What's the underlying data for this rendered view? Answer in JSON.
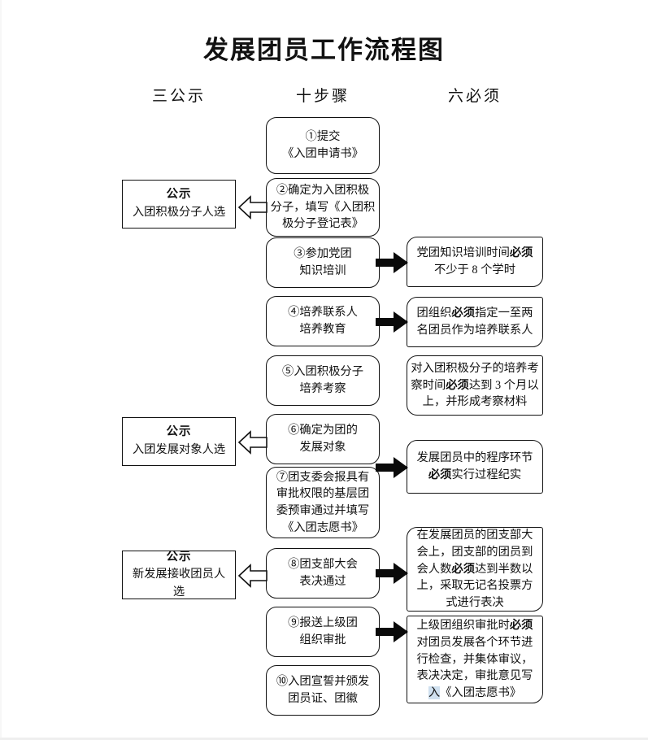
{
  "title": "发展团员工作流程图",
  "columns": {
    "notice_header": "三公示",
    "steps_header": "十步骤",
    "must_header": "六必须"
  },
  "steps": [
    {
      "id": "step-1",
      "lines": [
        "①提交",
        "《入团申请书》"
      ]
    },
    {
      "id": "step-2",
      "lines": [
        "②确定为入团积极",
        "分子，填写《入团积",
        "极分子登记表》"
      ]
    },
    {
      "id": "step-3",
      "lines": [
        "③参加党团",
        "知识培训"
      ]
    },
    {
      "id": "step-4",
      "lines": [
        "④培养联系人",
        "培养教育"
      ]
    },
    {
      "id": "step-5",
      "lines": [
        "⑤入团积极分子",
        "培养考察"
      ]
    },
    {
      "id": "step-6",
      "lines": [
        "⑥确定为团的",
        "发展对象"
      ]
    },
    {
      "id": "step-7",
      "lines": [
        "⑦团支委会报具有",
        "审批权限的基层团",
        "委预审通过并填写",
        "《入团志愿书》"
      ]
    },
    {
      "id": "step-8",
      "lines": [
        "⑧团支部大会",
        "表决通过"
      ]
    },
    {
      "id": "step-9",
      "lines": [
        "⑨报送上级团",
        "组织审批"
      ]
    },
    {
      "id": "step-10",
      "lines": [
        "⑩入团宣誓并颁发",
        "团员证、团徽"
      ]
    }
  ],
  "notices": [
    {
      "id": "notice-1",
      "title": "公示",
      "subtitle": "入团积极分子人选"
    },
    {
      "id": "notice-2",
      "title": "公示",
      "subtitle": "入团发展对象人选"
    },
    {
      "id": "notice-3",
      "title": "公示",
      "subtitle": "新发展接收团员人选"
    }
  ],
  "musts": [
    {
      "id": "must-1",
      "text": "党团知识培训时间必须不少于 8 个学时"
    },
    {
      "id": "must-2",
      "text": "团组织必须指定一至两名团员作为培养联系人"
    },
    {
      "id": "must-3",
      "text": "对入团积极分子的培养考察时间必须达到 3 个月以上，并形成考察材料"
    },
    {
      "id": "must-4",
      "text": "发展团员中的程序环节必须实行过程纪实"
    },
    {
      "id": "must-5",
      "text": "在发展团员的团支部大会上，团支部的团员到会人数必须达到半数以上，采取无记名投票方式进行表决"
    },
    {
      "id": "must-6",
      "text": "上级团组织审批时必须对团员发展各个环节进行检查，并集体审议，表决决定，审批意见写入《入团志愿书》"
    }
  ],
  "must_lines": {
    "m1": {
      "l1_a": "党团知识培训时间",
      "l1_b": "必须",
      "l2": "不少于 8 个学时"
    },
    "m2": {
      "l1_a": "团组织",
      "l1_b": "必须",
      "l1_c": "指定一至两",
      "l2": "名团员作为培养联系人"
    },
    "m3": {
      "l1": "对入团积极分子的培养考",
      "l2_a": "察时间",
      "l2_b": "必须",
      "l2_c": "达到 3 个月以",
      "l3": "上，并形成考察材料"
    },
    "m4": {
      "l1": "发展团员中的程序环节",
      "l2_a": "必须",
      "l2_b": "实行过程纪实"
    },
    "m5": {
      "l1": "在发展团员的团支部大",
      "l2": "会上，团支部的团员到",
      "l3_a": "会人数",
      "l3_b": "必须",
      "l3_c": "达到半数以",
      "l4": "上，采取无记名投票方",
      "l5": "式进行表决"
    },
    "m6": {
      "l1_a": "上级团组织审批时",
      "l1_b": "必须",
      "l2": "对团员发展各个环节进",
      "l3": "行检查，并集体审议，",
      "l4": "表决决定，审批意见写",
      "l5_a": "入",
      "l5_b": "《入团志愿书》"
    }
  },
  "arrows": {
    "to_notice": "hollow-left-arrow",
    "to_must": "solid-right-arrow"
  },
  "colors": {
    "stroke": "#111111",
    "background": "#ffffff",
    "highlight": "#cfe0ef"
  }
}
